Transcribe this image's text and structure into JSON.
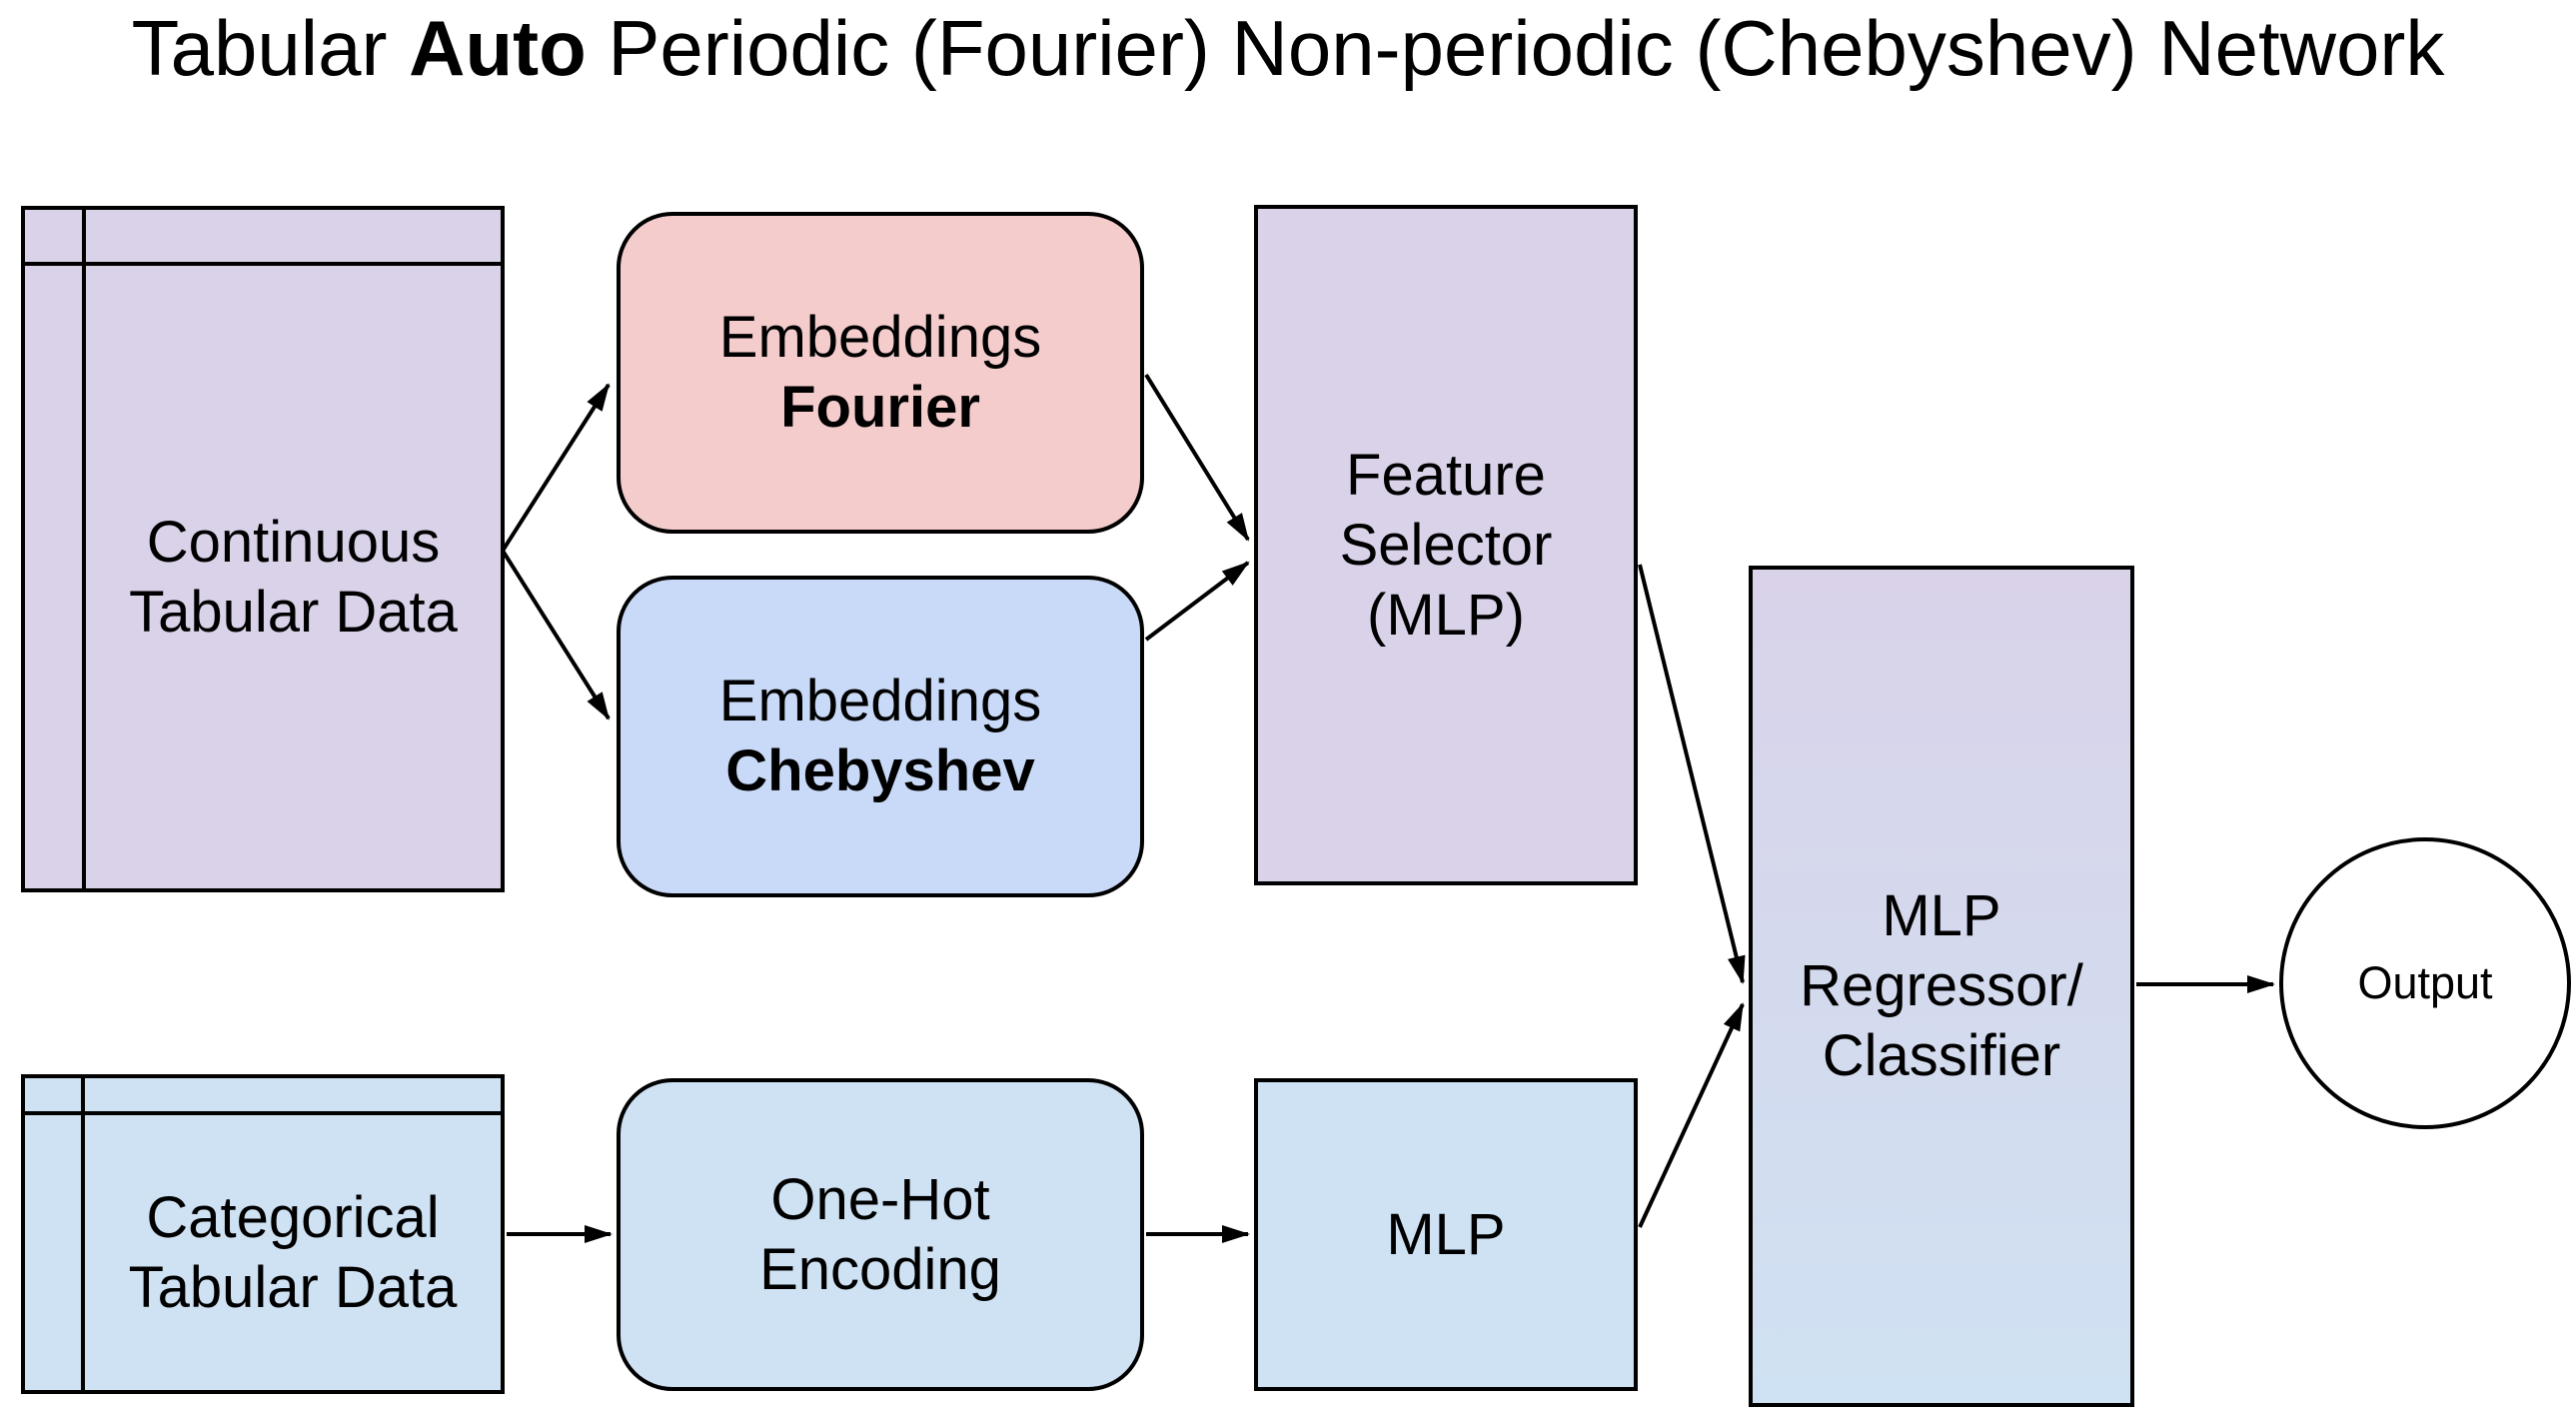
{
  "title": {
    "part1": "Tabular ",
    "bold": "Auto",
    "part2": " Periodic (Fourier) Non-periodic (Chebyshev) Network"
  },
  "colors": {
    "background": "#ffffff",
    "border": "#000000",
    "arrow": "#000000",
    "text": "#000000",
    "light_purple": "#d9d2e9",
    "light_red": "#f4cccc",
    "light_cornflower_blue": "#c9daf8",
    "light_blue": "#cfe2f3",
    "gradient_top": "#d9d2e9",
    "gradient_bottom": "#cfe2f3",
    "output_fill": "#ffffff"
  },
  "nodes": {
    "continuous_table": {
      "line1": "Continuous",
      "line2": "Tabular Data"
    },
    "embeddings_fourier": {
      "line1": "Embeddings",
      "line2": "Fourier"
    },
    "embeddings_chebyshev": {
      "line1": "Embeddings",
      "line2": "Chebyshev"
    },
    "feature_selector": {
      "line1": "Feature",
      "line2": "Selector",
      "line3": "(MLP)"
    },
    "categorical_table": {
      "line1": "Categorical",
      "line2": "Tabular Data"
    },
    "one_hot_encoding": {
      "line1": "One-Hot",
      "line2": "Encoding"
    },
    "mlp": {
      "line1": "MLP"
    },
    "mlp_regressor_classifier": {
      "line1": "MLP",
      "line2": "Regressor/",
      "line3": "Classifier"
    },
    "output": {
      "line1": "Output"
    }
  }
}
